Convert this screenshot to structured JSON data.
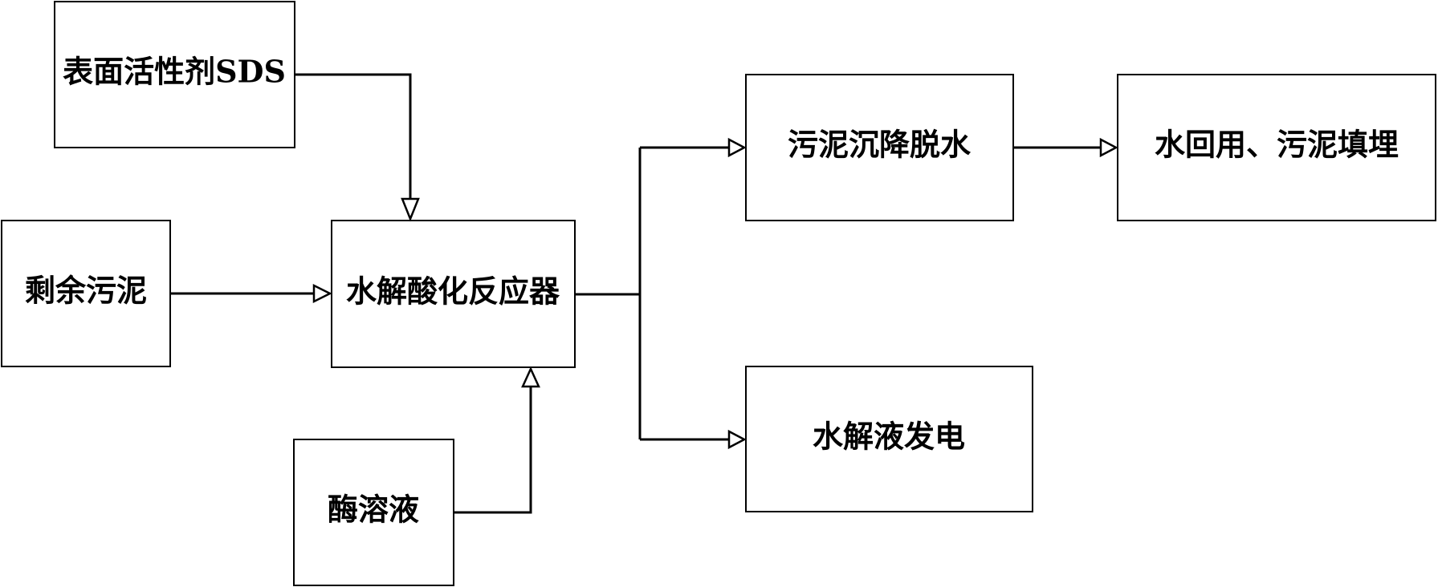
{
  "nodes": {
    "sds": "表面活性剂SDS",
    "sludge": "剩余污泥",
    "enzyme": "酶溶液",
    "reactor": "水解酸化反应器",
    "dewater": "污泥沉降脱水",
    "reuse": "水回用、污泥填埋",
    "power": "水解液发电"
  }
}
